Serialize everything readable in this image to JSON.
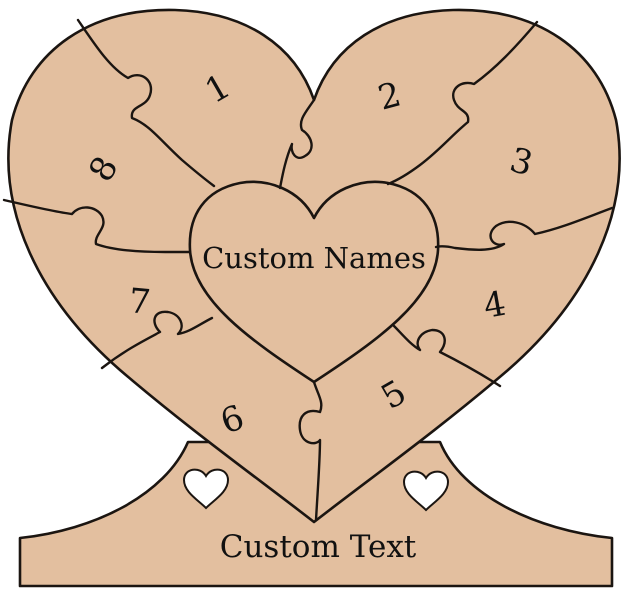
{
  "puzzle": {
    "center_text": "Custom Names",
    "base_text": "Custom Text",
    "piece_numbers": [
      "1",
      "2",
      "3",
      "4",
      "5",
      "6",
      "7",
      "8"
    ],
    "colors": {
      "wood": "#e3bf9f",
      "line": "#1b1511",
      "background": "#ffffff"
    }
  }
}
